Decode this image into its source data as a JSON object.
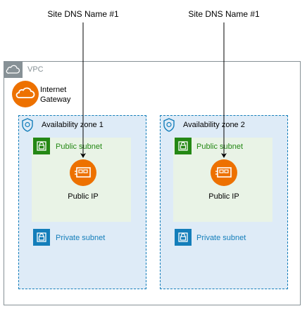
{
  "dns_labels": [
    "Site DNS Name #1",
    "Site DNS Name #1"
  ],
  "vpc": {
    "label": "VPC"
  },
  "internet_gateway": {
    "label_line1": "Internet",
    "label_line2": "Gateway"
  },
  "zones": [
    {
      "label": "Availability zone 1",
      "public_subnet": "Public subnet",
      "public_ip": "Public IP",
      "private_subnet": "Private subnet"
    },
    {
      "label": "Availability zone 2",
      "public_subnet": "Public subnet",
      "public_ip": "Public IP",
      "private_subnet": "Private subnet"
    }
  ],
  "colors": {
    "vpc_border": "#879196",
    "az_border": "#147eba",
    "az_fill": "#deebf7",
    "public_subnet_fill": "#e9f3e6",
    "public_green": "#248814",
    "private_blue": "#147eba",
    "orange": "#ed7100"
  }
}
